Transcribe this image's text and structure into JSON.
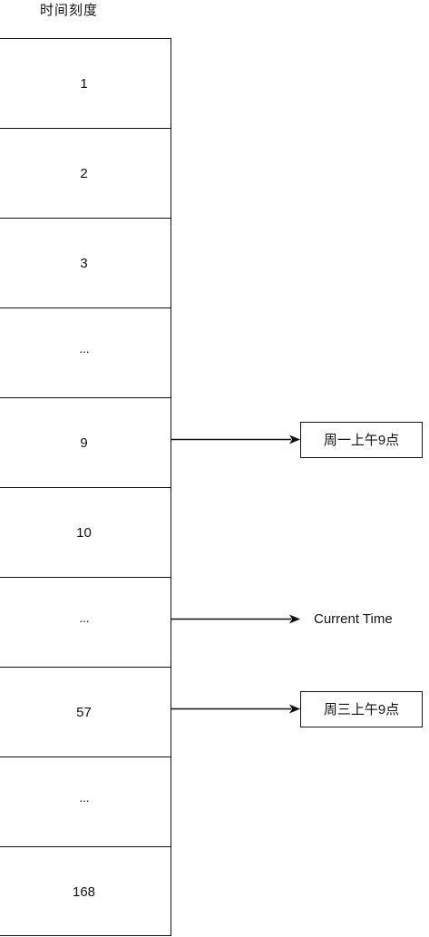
{
  "title": "时间刻度",
  "slots": [
    "1",
    "2",
    "3",
    "···",
    "9",
    "10",
    "···",
    "57",
    "···",
    "168"
  ],
  "pointers": [
    {
      "slot_index": 4,
      "label": "周一上午9点",
      "boxed": true
    },
    {
      "slot_index": 6,
      "label": "Current Time",
      "boxed": false
    },
    {
      "slot_index": 7,
      "label": "周三上午9点",
      "boxed": true
    }
  ]
}
